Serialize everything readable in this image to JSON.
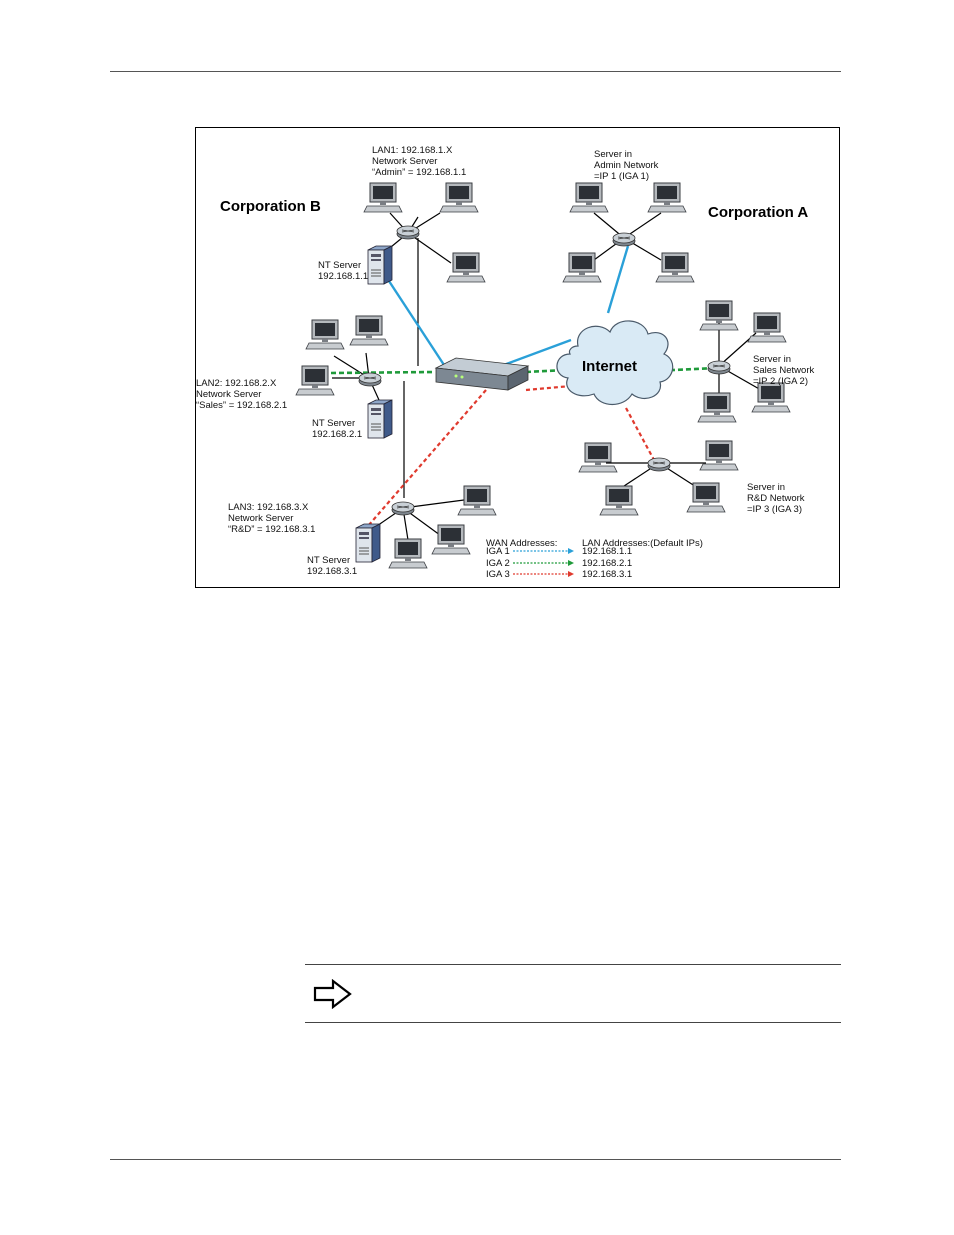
{
  "labels": {
    "corp_b": "Corporation B",
    "corp_a": "Corporation A",
    "internet": "Internet",
    "lan1": "LAN1: 192.168.1.X\nNetwork Server\n“Admin” = 192.168.1.1",
    "nt_server_1": "NT Server\n192.168.1.1",
    "lan2": "LAN2: 192.168.2.X\nNetwork Server\n“Sales” = 192.168.2.1",
    "nt_server_2": "NT Server\n192.168.2.1",
    "lan3": "LAN3: 192.168.3.X\nNetwork Server\n“R&D” = 192.168.3.1",
    "nt_server_3": "NT Server\n192.168.3.1",
    "server_admin": "Server in\nAdmin Network\n=IP 1 (IGA 1)",
    "server_sales": "Server in\nSales Network\n=IP 2 (IGA 2)",
    "server_rd": "Server in\nR&D Network\n=IP 3 (IGA 3)"
  },
  "legend": {
    "wan_header": "WAN Addresses:",
    "lan_header": "LAN Addresses:(Default IPs)",
    "rows": [
      {
        "iga": "IGA 1",
        "ip": "192.168.1.1",
        "color": "#2aa0d8"
      },
      {
        "iga": "IGA 2",
        "ip": "192.168.2.1",
        "color": "#1f9a3a"
      },
      {
        "iga": "IGA 3",
        "ip": "192.168.3.1",
        "color": "#e03a2e"
      }
    ]
  },
  "colors": {
    "iga1": "#2aa0d8",
    "iga2": "#1f9a3a",
    "iga3": "#e03a2e",
    "lan_line": "#000000",
    "cloud": "#d9eaf5"
  }
}
